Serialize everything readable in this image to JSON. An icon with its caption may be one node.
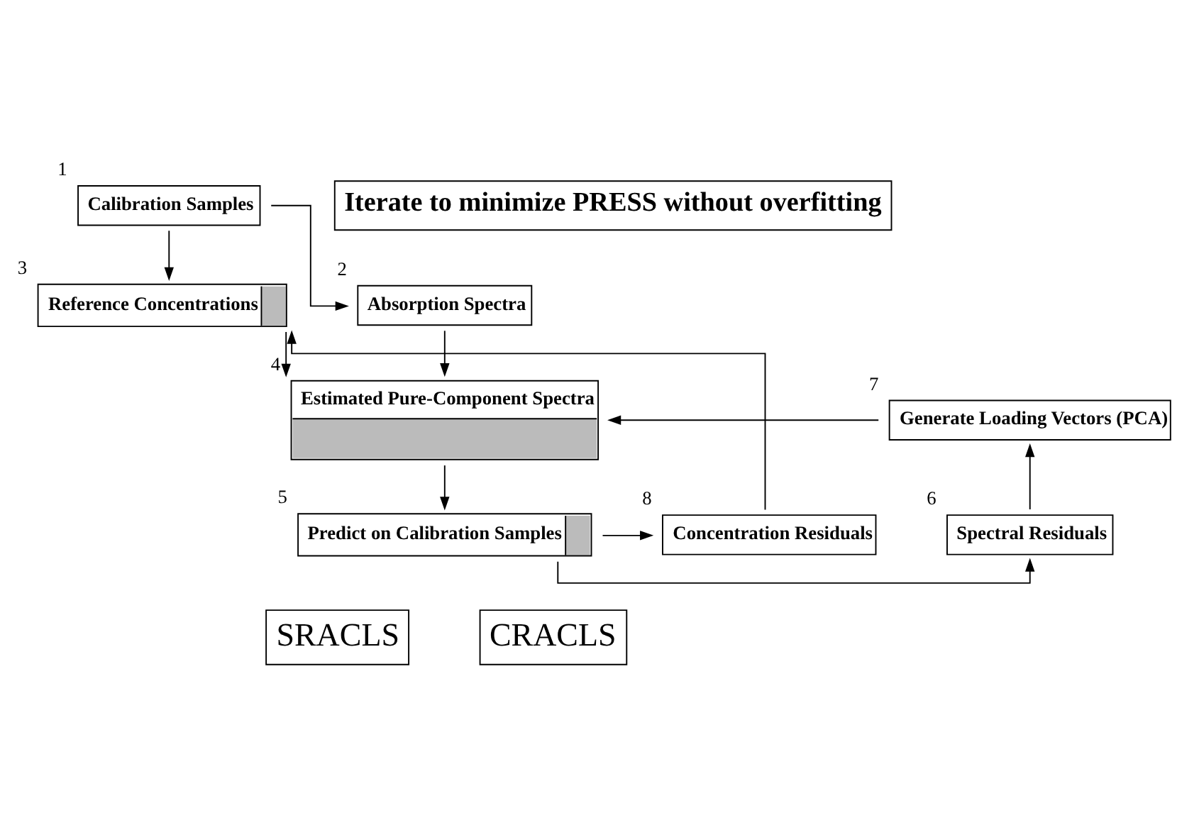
{
  "diagram": {
    "nodes": [
      {
        "text": [
          "Calibration Samples"
        ],
        "beside": [
          "1"
        ]
      },
      {
        "text": [
          "Absorption Spectra"
        ],
        "beside": [
          "2"
        ]
      },
      {
        "text": [
          "Reference Concentrations"
        ],
        "beside": [
          "3"
        ]
      },
      {
        "text": [
          "Estimated Pure-Component Spectra"
        ],
        "beside": [
          "4"
        ]
      },
      {
        "text": [
          "Predict on Calibration Samples"
        ],
        "beside": [
          "5"
        ]
      },
      {
        "text": [
          "Spectral Residuals"
        ],
        "beside": [
          "6"
        ]
      },
      {
        "text": [
          "Generate Loading Vectors (PCA)"
        ],
        "beside": [
          "7"
        ]
      },
      {
        "text": [
          "Concentration Residuals"
        ],
        "beside": [
          "8"
        ]
      },
      {
        "text": [
          "Iterate to minimize PRESS without overfitting"
        ]
      },
      {
        "text": [
          "SRACLS"
        ]
      },
      {
        "text": [
          "CRACLS"
        ]
      }
    ],
    "edges": [
      {
        "from": 0,
        "to": 1,
        "arrow": "to"
      },
      {
        "from": 0,
        "to": 2,
        "arrow": "to"
      },
      {
        "from": 1,
        "to": 3,
        "arrow": "to"
      },
      {
        "from": 2,
        "to": 3,
        "arrow": "to"
      },
      {
        "from": 3,
        "to": 4,
        "arrow": "to"
      },
      {
        "from": 4,
        "to": 5,
        "arrow": "to"
      },
      {
        "from": 5,
        "to": 6,
        "arrow": "to"
      },
      {
        "from": 6,
        "to": 3,
        "arrow": "to"
      },
      {
        "from": 4,
        "to": 7,
        "arrow": "to"
      },
      {
        "from": 7,
        "to": 2,
        "arrow": "to"
      }
    ]
  }
}
